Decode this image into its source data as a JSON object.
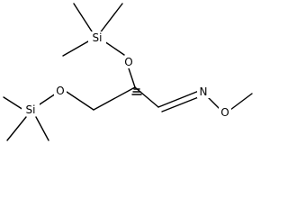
{
  "molecule": {
    "atoms": {
      "si_top": "Si",
      "o_top": "O",
      "si_bottom": "Si",
      "o_bottom": "O",
      "n_oxime": "N",
      "o_oxime": "O"
    },
    "colors": {
      "bond": "#000000",
      "label": "#000000",
      "background": "#ffffff"
    }
  }
}
